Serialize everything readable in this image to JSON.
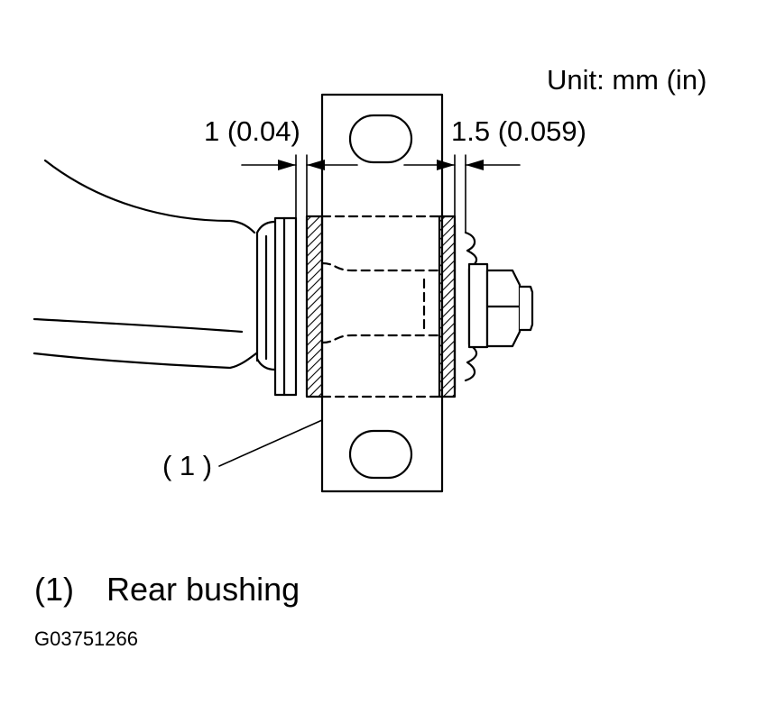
{
  "unit": "Unit: mm (in)",
  "dimensions": {
    "left_clearance": "1 (0.04)",
    "right_clearance": "1.5 (0.059)"
  },
  "callout": "( 1 )",
  "legend": [
    {
      "number": "(1)",
      "text": "Rear bushing"
    }
  ],
  "figure_id": "G03751266"
}
